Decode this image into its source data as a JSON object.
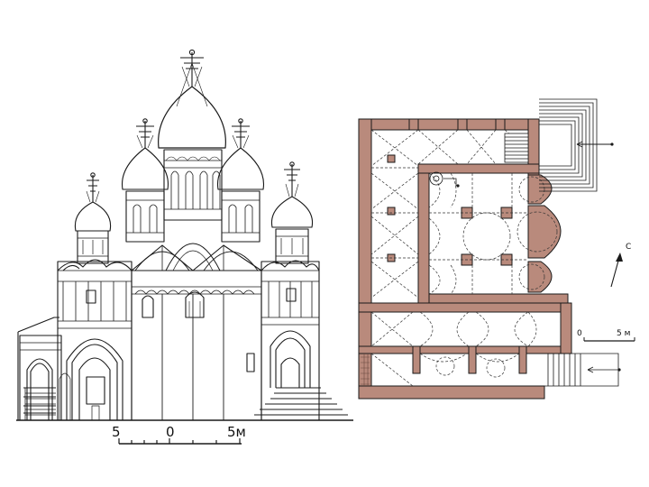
{
  "elevation": {
    "scale": {
      "left_label": "5",
      "center_label": "0",
      "right_label": "5м"
    }
  },
  "plan": {
    "north_label": "С",
    "scale": {
      "left_label": "0",
      "right_label": "5 м"
    }
  },
  "colors": {
    "ink": "#1a1a1a",
    "wall_fill": "#b98a7c",
    "background": "#ffffff"
  }
}
